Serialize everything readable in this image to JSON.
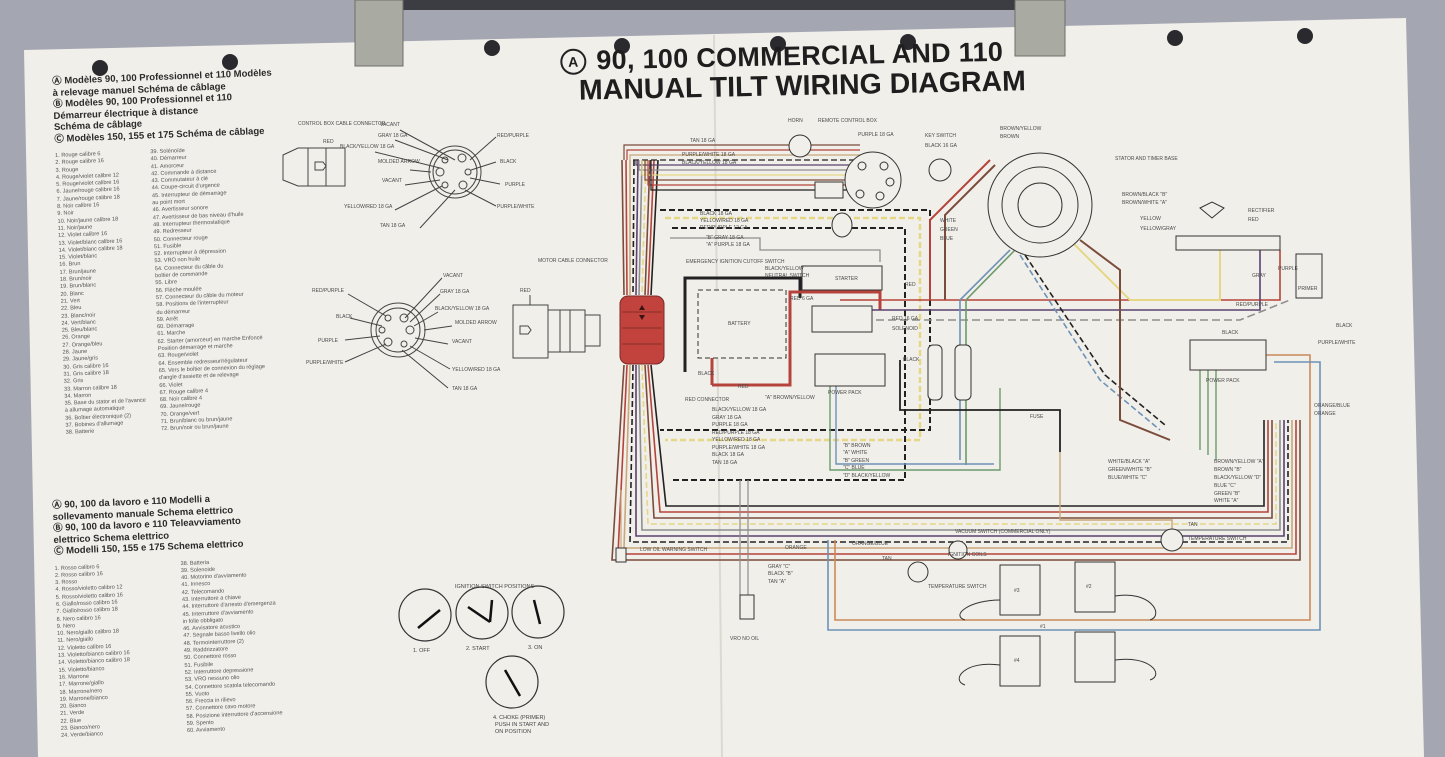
{
  "title": {
    "badge": "A",
    "line1": "90, 100 COMMERCIAL AND 110",
    "line2": "MANUAL TILT WIRING DIAGRAM"
  },
  "legend_fr": {
    "heads": [
      "Ⓐ Modèles 90, 100 Professionnel et 110 Modèles",
      "à relevage manuel  Schéma de câblage",
      "Ⓑ Modèles 90, 100 Professionnel et 110",
      "Démarreur électrique à distance",
      "Schéma de câblage",
      "Ⓒ Modèles 150, 155 et 175 Schéma de câblage"
    ],
    "left": [
      "1. Rouge calibre 6",
      "2. Rouge calibre 16",
      "3. Rouge",
      "4. Rouge/violet calibre 12",
      "5. Rouge/violet calibre 16",
      "6. Jaune/rouge calibre 16",
      "7. Jaune/rouge calibre 18",
      "8. Noir calibre 16",
      "9. Noir",
      "10. Noir/jaune calibre 18",
      "11. Noir/jaune",
      "12. Violet calibre 16",
      "13. Violet/blanc calibre 16",
      "14. Violet/blanc calibre 18",
      "15. Violet/blanc",
      "16. Brun",
      "17. Brun/jaune",
      "18. Brun/noir",
      "19. Brun/blanc",
      "20. Blanc",
      "21. Vert",
      "22. Bleu",
      "23. Blanc/noir",
      "24. Vert/blanc",
      "25. Bleu/blanc",
      "26. Orange",
      "27. Orange/bleu",
      "28. Jaune",
      "29. Jaune/gris",
      "30. Gris calibre 16",
      "31. Gris calibre 18",
      "32. Gris",
      "33. Marron calibre 18",
      "34. Marron",
      "35. Base du stator et de l'avance",
      "à allumage automatique",
      "36. Boîtier électronique (2)",
      "37. Bobines d'allumage",
      "38. Batterie"
    ],
    "right": [
      "39. Solénoïde",
      "40. Démarreur",
      "41. Amorceur",
      "42. Commande à distance",
      "43. Commutateur à clé",
      "44. Coupe-circuit d'urgence",
      "45. Interrupteur de démarrage",
      "au point mort",
      "46. Avertisseur sonore",
      "47. Avertisseur de bas niveau d'huile",
      "48. Interrupteur thermostatique",
      "49. Redresseur",
      "50. Connecteur rouge",
      "51. Fusible",
      "52. Interrupteur à dépression",
      "53. VRO non huile",
      "54. Connecteur du câble du",
      "boîtier de commande",
      "55. Libre",
      "56. Flèche moulée",
      "57. Connecteur du câble du moteur",
      "58. Positions de l'interrupteur",
      "du démarreur",
      "59. Arrêt",
      "60. Démarrage",
      "61. Marche",
      "62. Starter (amorceur) en marche Enfoncé",
      "Position démarrage et marche",
      "63. Rouge/violet",
      "64. Ensemble redresseur/régulateur",
      "65. Vers le boîtier de connexion du réglage",
      "d'angle d'assiette et de relevage",
      "66. Violet",
      "67. Rouge calibre 4",
      "68. Noir calibre 4",
      "69. Jaune/rouge",
      "70. Orange/vert",
      "71. Brun/blanc ou brun/jaune",
      "72. Brun/noir ou brun/jaune"
    ]
  },
  "legend_it": {
    "heads": [
      "Ⓐ 90, 100 da lavoro e 110 Modelli a",
      "sollevamento manuale Schema elettrico",
      "Ⓑ 90, 100 da lavoro e 110 Teleavviamento",
      "elettrico Schema elettrico",
      "Ⓒ Modelli 150, 155 e 175 Schema elettrico"
    ],
    "left": [
      "1. Rosso calibro 6",
      "2. Rosso calibro 16",
      "3. Rosso",
      "4. Rosso/violetto calibro 12",
      "5. Rosso/violetto calibro 16",
      "6. Giallo/rosso calibro 16",
      "7. Giallo/rosso calibro 18",
      "8. Nero calibro 16",
      "9. Nero",
      "10. Nero/giallo calibro 18",
      "11. Nero/giallo",
      "12. Violetto calibro 16",
      "13. Violetto/bianco calibro 16",
      "14. Violetto/bianco calibro 18",
      "15. Violetto/bianco",
      "16. Marrone",
      "17. Marrone/giallo",
      "18. Marrone/nero",
      "19. Marrone/bianco",
      "20. Bianco",
      "21. Verde",
      "22. Blue",
      "23. Bianco/nero",
      "24. Verde/bianco"
    ],
    "right": [
      "38. Batteria",
      "39. Solenoide",
      "40. Motorino d'avviamento",
      "41. Innesco",
      "42. Telecomando",
      "43. Interruttore a chiave",
      "44. Interruttore d'arresto d'emergenza",
      "45. Interruttore d'avviamento",
      "in folle obbligato",
      "46. Avvisatore acustico",
      "47. Segnale basso livello olio",
      "48. Termointerruttore (2)",
      "49. Raddrizzatore",
      "50. Connettore rosso",
      "51. Fusibile",
      "52. Interruttore depressione",
      "53. VRO nessuno olio",
      "54. Connettore scatola telecomando",
      "55. Vuoto",
      "56. Freccia in rilievo",
      "57. Connettore cavo motore",
      "58. Posizione interruttore d'accensione",
      "59. Spento",
      "60. Avviamento"
    ]
  },
  "diagram": {
    "labels": [
      "CONTROL BOX CABLE CONNECTOR",
      "RED",
      "VACANT",
      "GRAY 18 GA",
      "BLACK/YELLOW 18 GA",
      "MOLDED ARROW",
      "VACANT",
      "YELLOW/RED 18 GA",
      "TAN 18 GA",
      "RED/PURPLE",
      "BLACK",
      "PURPLE",
      "PURPLE/WHITE",
      "MOTOR CABLE CONNECTOR",
      "RED",
      "VACANT",
      "GRAY 18 GA",
      "BLACK/YELLOW 18 GA",
      "MOLDED ARROW",
      "VACANT",
      "YELLOW/RED 18 GA",
      "TAN 18 GA",
      "RED/PURPLE",
      "BLACK",
      "PURPLE",
      "PURPLE/WHITE",
      "HORN",
      "REMOTE CONTROL BOX",
      "TAN 18 GA",
      "PURPLE/WHITE 18 GA",
      "BLACK/YELLOW 18 GA",
      "PURPLE 18 GA",
      "KEY SWITCH",
      "BLACK 16 GA",
      "BLACK 18 GA",
      "YELLOW/RED 18 GA",
      "RED/PURPLE 12 GA",
      "\"B\" GRAY 18 GA",
      "\"A\" PURPLE 18 GA",
      "EMERGENCY IGNITION CUTOFF SWITCH",
      "BLACK/YELLOW",
      "NEUTRAL SWITCH",
      "STARTER",
      "RED 6 GA",
      "RED",
      "BATTERY",
      "BLACK",
      "RED",
      "RED 16 GA",
      "SOLENOID",
      "POWER PACK",
      "BLACK",
      "BROWN/YELLOW",
      "BROWN",
      "STATOR AND TIMER BASE",
      "WHITE",
      "GREEN",
      "BLUE",
      "BROWN/BLACK \"B\"",
      "BROWN/WHITE \"A\"",
      "YELLOW",
      "YELLOW/GRAY",
      "RECTIFIER",
      "RED",
      "GRAY",
      "PURPLE",
      "RED/PURPLE",
      "BLACK",
      "PRIMER",
      "BLACK",
      "PURPLE/WHITE",
      "POWER PACK",
      "RED CONNECTOR",
      "\"A\" BROWN/YELLOW",
      "BLACK/YELLOW 18 GA",
      "GRAY 18 GA",
      "PURPLE 18 GA",
      "RED/PURPLE 18 GA",
      "YELLOW/RED 18 GA",
      "PURPLE/WHITE 18 GA",
      "BLACK 18 GA",
      "TAN 18 GA",
      "LOW OIL WARNING SWITCH",
      "ORANGE",
      "GRAY \"C\"",
      "BLACK \"B\"",
      "TAN \"A\"",
      "VRO NO OIL",
      "\"B\" BROWN",
      "\"A\" WHITE",
      "\"B\" GREEN",
      "\"C\" BLUE",
      "\"D\" BLACK/YELLOW",
      "FUSE",
      "ORANGE/BLUE",
      "ORANGE",
      "WHITE/BLACK \"A\"",
      "GREEN/WHITE \"B\"",
      "BLUE/WHITE \"C\"",
      "BROWN/YELLOW \"A\"",
      "BROWN \"B\"",
      "BLACK/YELLOW \"D\"",
      "BLUE \"C\"",
      "GREEN \"B\"",
      "WHITE \"A\"",
      "TAN",
      "TEMPERATURE SWITCH",
      "VACUUM SWITCH (COMMERCIAL ONLY)",
      "ORANGE/BLUE",
      "TAN",
      "TEMPERATURE SWITCH",
      "IGNITION COILS",
      "#1",
      "#2",
      "#3",
      "#4"
    ],
    "ignition_switch": {
      "title": "IGNITION SWITCH POSITIONS",
      "positions": [
        "1. OFF",
        "2. START",
        "3. ON",
        "4. CHOKE (PRIMER)"
      ],
      "note": [
        "PUSH IN START AND",
        "ON POSITION"
      ]
    },
    "wire_colors": {
      "red": "#b5433b",
      "brown": "#7b4b3b",
      "black": "#222222",
      "purple": "#5b4270",
      "yellow": "#e6d786",
      "gray": "#8e8e8e",
      "blue": "#6d92b8",
      "green": "#6c9c6c",
      "orange": "#c98a5a",
      "tan": "#c9a77a"
    },
    "connector_color": "#c2423d"
  }
}
